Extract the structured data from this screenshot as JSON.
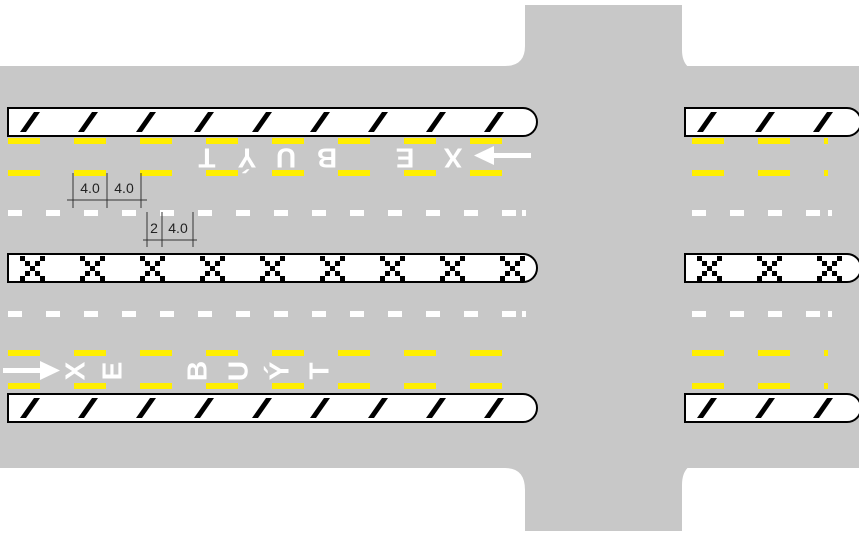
{
  "colors": {
    "background": "#ffffff",
    "road": "#c8c8c8",
    "lane_marking_yellow": "#ffee00",
    "lane_marking_white": "#ffffff",
    "median_fill": "#ffffff",
    "median_outline": "#000000",
    "dimension_lines": "#333333"
  },
  "lane_text": {
    "upper": [
      "X",
      "E",
      "B",
      "U",
      "Ý",
      "T"
    ],
    "lower": [
      "X",
      "E",
      "B",
      "U",
      "Ý",
      "T"
    ]
  },
  "dimensions": {
    "dash_length": "4.0",
    "dash_gap": "4.0",
    "white_dash": "2",
    "white_gap": "4.0"
  },
  "arrows": {
    "upper": "left",
    "lower": "right"
  }
}
